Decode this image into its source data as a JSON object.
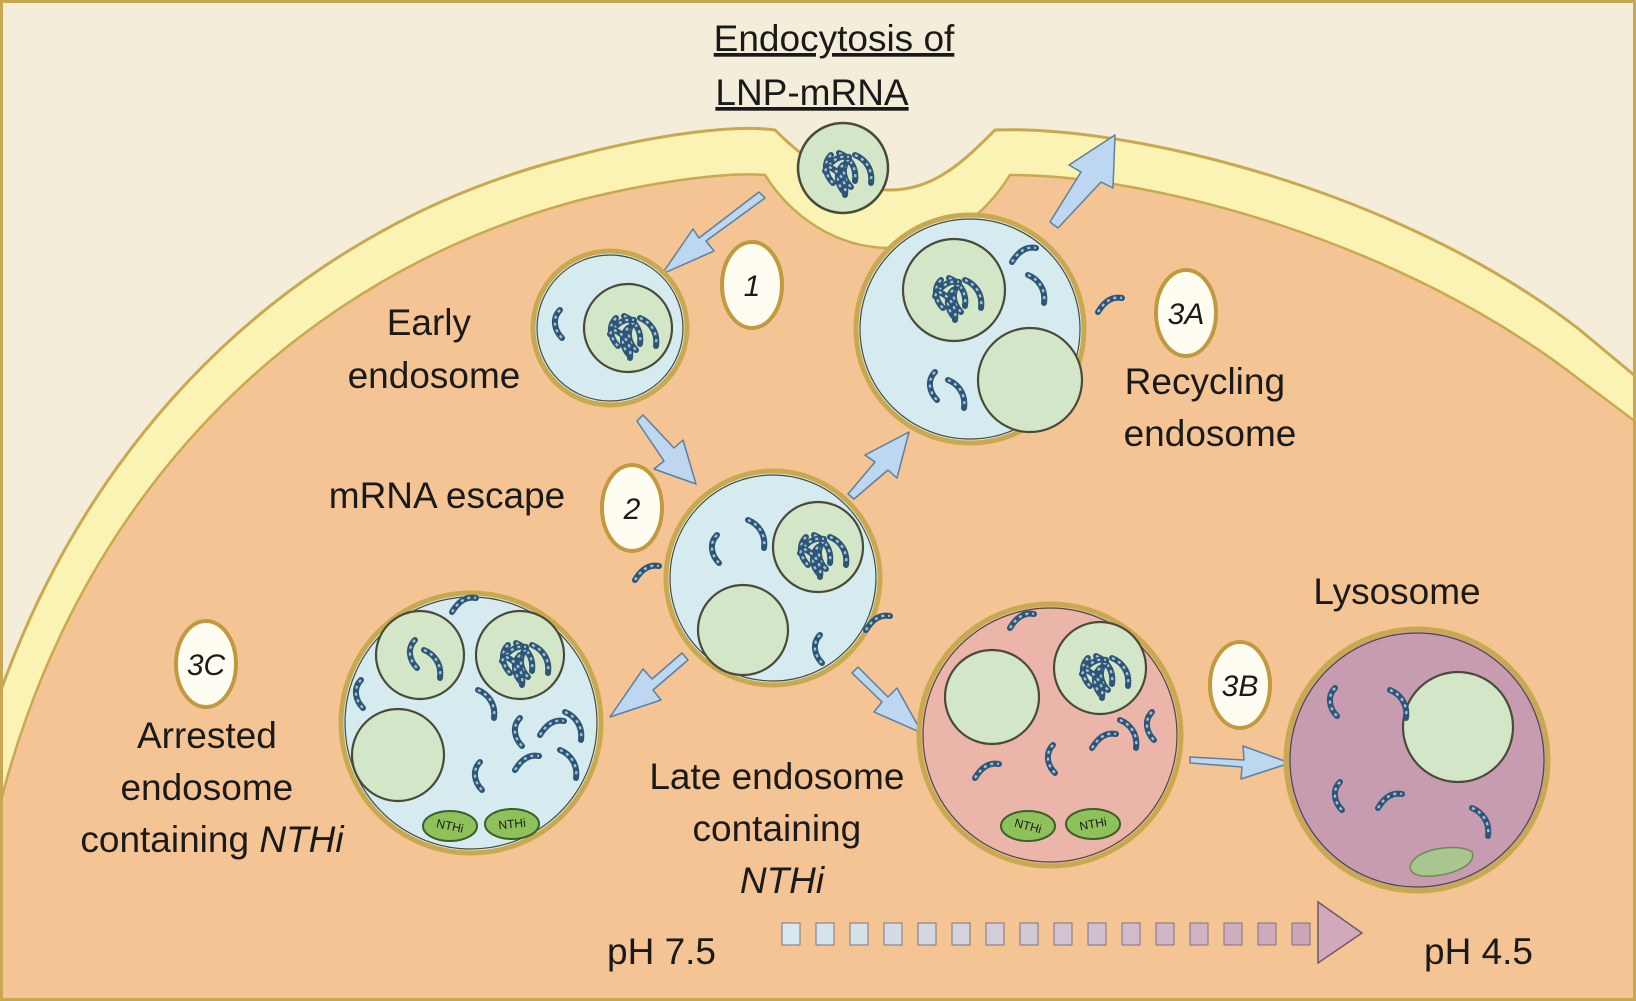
{
  "title": {
    "line1": "Endocytosis of ",
    "line2": "LNP-mRNA"
  },
  "labels": {
    "early": [
      "Early",
      "endosome"
    ],
    "escape": "mRNA escape",
    "recycling": [
      "Recycling",
      "endosome"
    ],
    "lysosome": "Lysosome",
    "arrested": [
      "Arrested",
      "endosome",
      "containing ",
      "NTHi"
    ],
    "late": [
      "Late endosome",
      "containing",
      "NTHi"
    ]
  },
  "steps": [
    "1",
    "2",
    "3A",
    "3B",
    "3C"
  ],
  "bacteria_label": "NTHi",
  "ph": {
    "start": "pH 7.5",
    "end": "pH 4.5"
  },
  "colors": {
    "frame": "#c8a652",
    "membrane": "#faf3b4",
    "cytoplasm": "#f4c494",
    "endosome": "#d5ebef",
    "vesicle": "#d4e6c8",
    "late_endosome": "#ebb6a9",
    "lysosome": "#c79bb0",
    "badge": "#fffdf1",
    "arrow": "#bdd7f1"
  }
}
